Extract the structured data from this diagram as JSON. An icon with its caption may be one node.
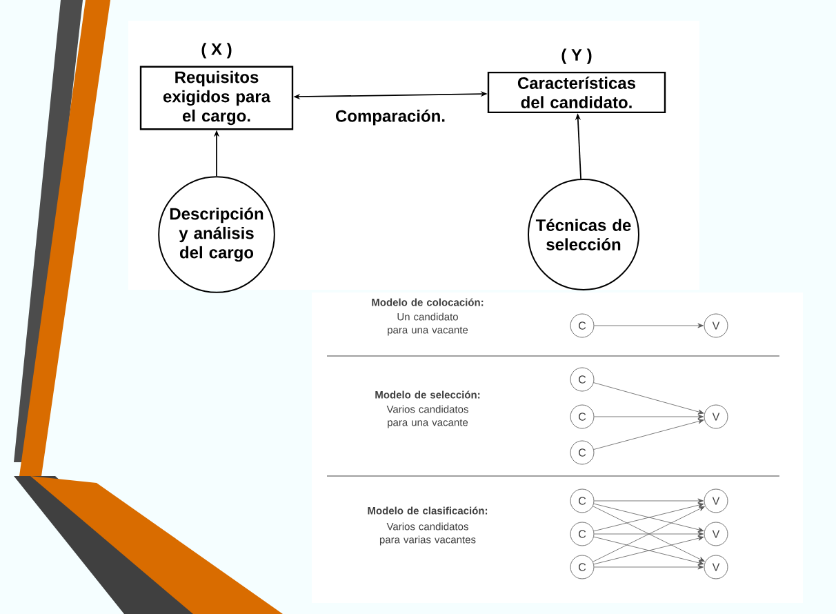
{
  "diagram": {
    "nodes": [
      {
        "text": [
          "Requisitos exigidos para el cargo."
        ],
        "beside": [
          "( X )"
        ]
      },
      {
        "text": [
          "Características del candidato."
        ],
        "beside": [
          "( Y )"
        ]
      },
      {
        "text": [
          "Descripción y análisis del cargo"
        ]
      },
      {
        "text": [
          "Técnicas de selección"
        ]
      },
      {
        "text": [
          "C"
        ]
      },
      {
        "text": [
          "V"
        ]
      },
      {
        "text": [
          "C"
        ]
      },
      {
        "text": [
          "C"
        ]
      },
      {
        "text": [
          "C"
        ]
      },
      {
        "text": [
          "V"
        ]
      },
      {
        "text": [
          "C"
        ]
      },
      {
        "text": [
          "C"
        ]
      },
      {
        "text": [
          "C"
        ]
      },
      {
        "text": [
          "V"
        ]
      },
      {
        "text": [
          "V"
        ]
      },
      {
        "text": [
          "V"
        ]
      }
    ],
    "edges": [
      {
        "from": 0,
        "to": 1,
        "arrow": "both",
        "label": "Comparación."
      },
      {
        "from": 2,
        "to": 0,
        "arrow": "to"
      },
      {
        "from": 3,
        "to": 1,
        "arrow": "to"
      },
      {
        "from": 4,
        "to": 5,
        "arrow": "to"
      },
      {
        "from": 6,
        "to": 9,
        "arrow": "to"
      },
      {
        "from": 7,
        "to": 9,
        "arrow": "to"
      },
      {
        "from": 8,
        "to": 9,
        "arrow": "to"
      },
      {
        "from": 10,
        "to": 13,
        "arrow": "to"
      },
      {
        "from": 10,
        "to": 14,
        "arrow": "to"
      },
      {
        "from": 10,
        "to": 15,
        "arrow": "to"
      },
      {
        "from": 11,
        "to": 13,
        "arrow": "to"
      },
      {
        "from": 11,
        "to": 14,
        "arrow": "to"
      },
      {
        "from": 11,
        "to": 15,
        "arrow": "to"
      },
      {
        "from": 12,
        "to": 13,
        "arrow": "to"
      },
      {
        "from": 12,
        "to": 14,
        "arrow": "to"
      },
      {
        "from": 12,
        "to": 15,
        "arrow": "to"
      }
    ],
    "labels": [
      "Modelo de colocación:",
      "Un candidato para una vacante",
      "Modelo de selección:",
      "Varios candidatos para una vacante",
      "Modelo de clasificación:",
      "Varios candidatos para varias vacantes"
    ]
  }
}
